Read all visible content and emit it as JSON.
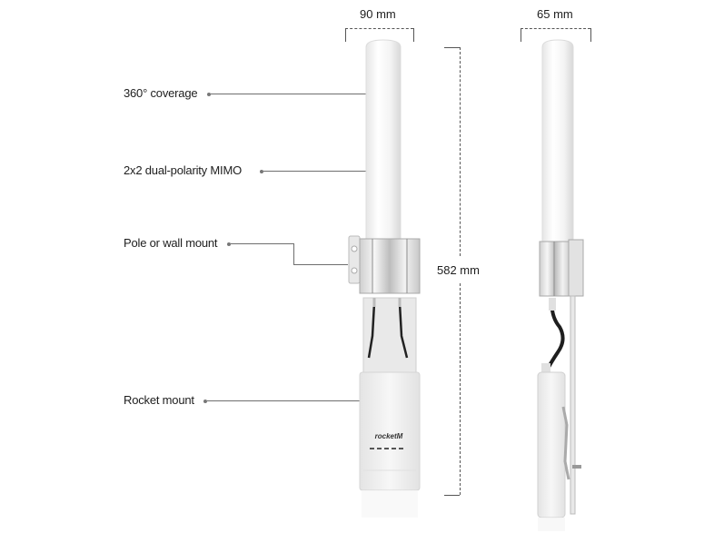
{
  "callouts": [
    {
      "label": "360° coverage"
    },
    {
      "label": "2x2 dual-polarity MIMO"
    },
    {
      "label": "Pole or wall mount"
    },
    {
      "label": "Rocket mount"
    }
  ],
  "dimensions": {
    "front_width": "90 mm",
    "side_width": "65 mm",
    "height": "582 mm"
  },
  "product": {
    "front_view": "antenna-front-view",
    "side_view": "antenna-side-view",
    "radio_logo": "rocketM"
  },
  "colors": {
    "line": "#6e6e6e",
    "text": "#1e1e1e",
    "background": "#ffffff"
  }
}
